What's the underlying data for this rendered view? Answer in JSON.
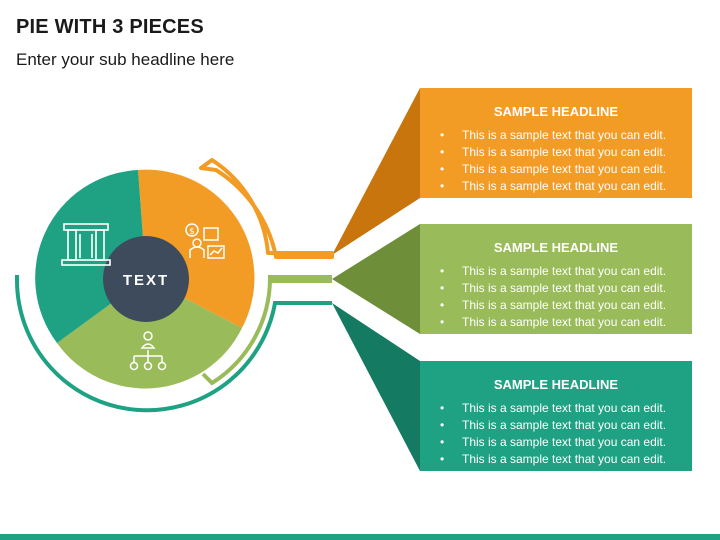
{
  "title": "PIE WITH 3 PIECES",
  "subtitle": "Enter your sub headline here",
  "center_label": "TEXT",
  "colors": {
    "orange": "#F39C25",
    "orange_dark": "#C8750D",
    "green": "#9ABB59",
    "green_dark": "#6E8E3A",
    "teal": "#1FA283",
    "teal_dark": "#157A62",
    "center": "#3E4B5C",
    "footer": "#1FA283"
  },
  "icons": {
    "teal": "pillars-icon",
    "orange": "presentation-money-icon",
    "green": "org-chart-icon"
  },
  "panels": [
    {
      "headline": "SAMPLE HEADLINE",
      "items": [
        "This is a sample text that you can edit.",
        "This is a sample text that you can edit.",
        "This is a sample text that you can edit.",
        "This is a sample text that you can edit."
      ]
    },
    {
      "headline": "SAMPLE HEADLINE",
      "items": [
        "This is a sample text that you can edit.",
        "This is a sample text that you can edit.",
        "This is a sample text that you can edit.",
        "This is a sample text that you can edit."
      ]
    },
    {
      "headline": "SAMPLE HEADLINE",
      "items": [
        "This is a sample text that you can edit.",
        "This is a sample text that you can edit.",
        "This is a sample text that you can edit.",
        "This is a sample text that you can edit."
      ]
    }
  ]
}
